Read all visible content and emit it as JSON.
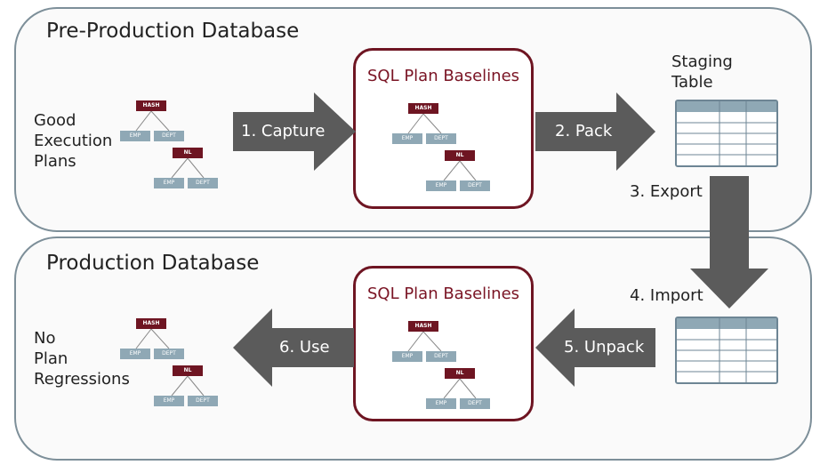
{
  "preprod": {
    "title": "Pre-Production Database",
    "source_label": [
      "Good",
      "Execution",
      "Plans"
    ],
    "baselines_title": "SQL Plan Baselines",
    "staging_label": [
      "Staging",
      "Table"
    ],
    "export_label": "3. Export"
  },
  "prod": {
    "title": "Production Database",
    "result_label": [
      "No",
      "Plan",
      "Regressions"
    ],
    "baselines_title": "SQL Plan Baselines",
    "import_label": "4. Import"
  },
  "steps": {
    "capture": "1. Capture",
    "pack": "2. Pack",
    "unpack": "5. Unpack",
    "use": "6. Use"
  },
  "tree": {
    "hash": "HASH",
    "nl": "NL",
    "emp": "EMP",
    "dept": "DEPT"
  },
  "colors": {
    "arrow": "#5b5b5b",
    "baseline_border": "#6e1522",
    "panel_border": "#7d8f99",
    "node_dark": "#6e1522",
    "node_light": "#8fa8b5"
  }
}
